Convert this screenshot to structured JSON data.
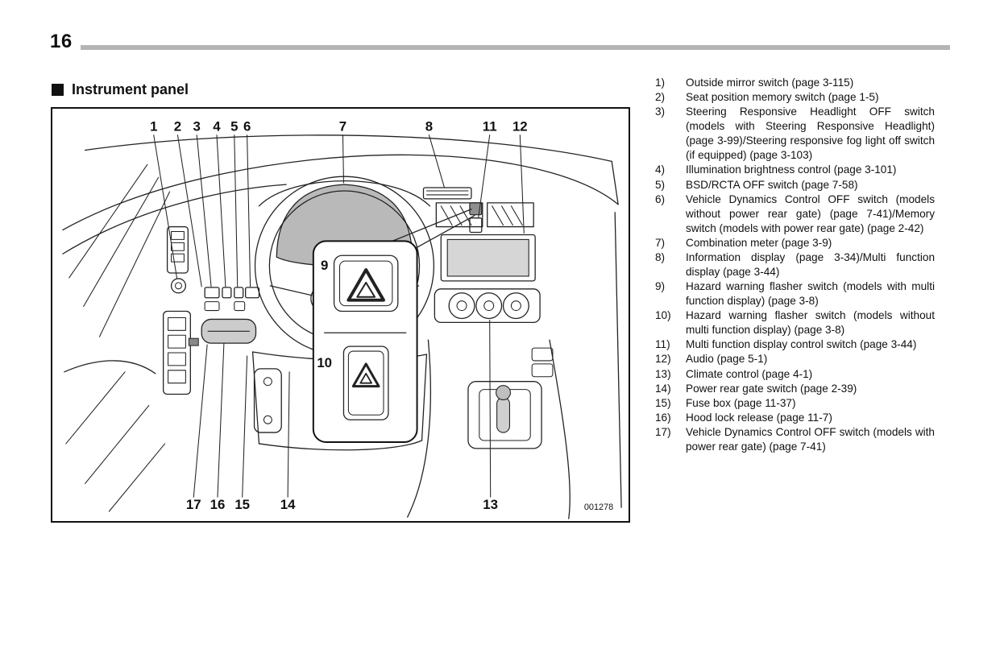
{
  "page": {
    "number": "16"
  },
  "section": {
    "heading": "Instrument panel"
  },
  "figure": {
    "code": "001278"
  },
  "diagram": {
    "callouts": [
      "1",
      "2",
      "3",
      "4",
      "5",
      "6",
      "7",
      "8",
      "11",
      "12",
      "9",
      "10",
      "17",
      "16",
      "15",
      "14",
      "13"
    ]
  },
  "legend": {
    "items": [
      {
        "num": "1)",
        "text": "Outside mirror switch (page 3-115)"
      },
      {
        "num": "2)",
        "text": "Seat position memory switch (page 1-5)"
      },
      {
        "num": "3)",
        "text": "Steering Responsive Headlight OFF switch (models with Steering Responsive Headlight) (page 3-99)/Steering responsive fog light off switch (if equipped) (page 3-103)"
      },
      {
        "num": "4)",
        "text": "Illumination brightness control (page 3-101)"
      },
      {
        "num": "5)",
        "text": "BSD/RCTA OFF switch (page 7-58)"
      },
      {
        "num": "6)",
        "text": "Vehicle Dynamics Control OFF switch (models without power rear gate) (page 7-41)/Memory switch (models with power rear gate) (page 2-42)"
      },
      {
        "num": "7)",
        "text": "Combination meter (page 3-9)"
      },
      {
        "num": "8)",
        "text": "Information display (page 3-34)/Multi function display (page 3-44)"
      },
      {
        "num": "9)",
        "text": "Hazard warning flasher switch (models with multi function display) (page 3-8)"
      },
      {
        "num": "10)",
        "text": "Hazard warning flasher switch (models without multi function display) (page 3-8)"
      },
      {
        "num": "11)",
        "text": "Multi function display control switch (page 3-44)"
      },
      {
        "num": "12)",
        "text": "Audio (page 5-1)"
      },
      {
        "num": "13)",
        "text": "Climate control (page 4-1)"
      },
      {
        "num": "14)",
        "text": "Power rear gate switch (page 2-39)"
      },
      {
        "num": "15)",
        "text": "Fuse box (page 11-37)"
      },
      {
        "num": "16)",
        "text": "Hood lock release (page 11-7)"
      },
      {
        "num": "17)",
        "text": "Vehicle Dynamics Control OFF switch (models with power rear gate) (page 7-41)"
      }
    ]
  }
}
